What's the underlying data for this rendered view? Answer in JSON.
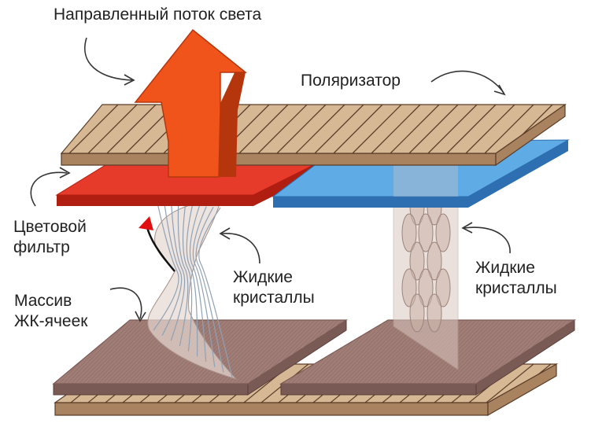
{
  "labels": {
    "light_flow": "Направленный поток света",
    "polarizer": "Поляризатор",
    "color_filter": [
      "Цветовой",
      "фильтр"
    ],
    "lc_left": [
      "Жидкие",
      "кристаллы"
    ],
    "lc_right": [
      "Жидкие",
      "кристаллы"
    ],
    "cell_array": [
      "Массив",
      "ЖК-ячеек"
    ]
  },
  "colors": {
    "wood_light": "#d7b894",
    "wood_dark": "#a9825f",
    "wood_lines": "#5a3d28",
    "cell_plate": "#a07d76",
    "cell_plate_dark": "#7a5a54",
    "filter_red": "#e63a2a",
    "filter_red_dark": "#b01e12",
    "filter_blue": "#5eabe6",
    "filter_blue_dark": "#2d6fb0",
    "arrow_orange": "#f0541a",
    "arrow_dark": "#b5360d",
    "crystal_tint": "#d9c7c0",
    "pointer_red": "#e01010"
  }
}
